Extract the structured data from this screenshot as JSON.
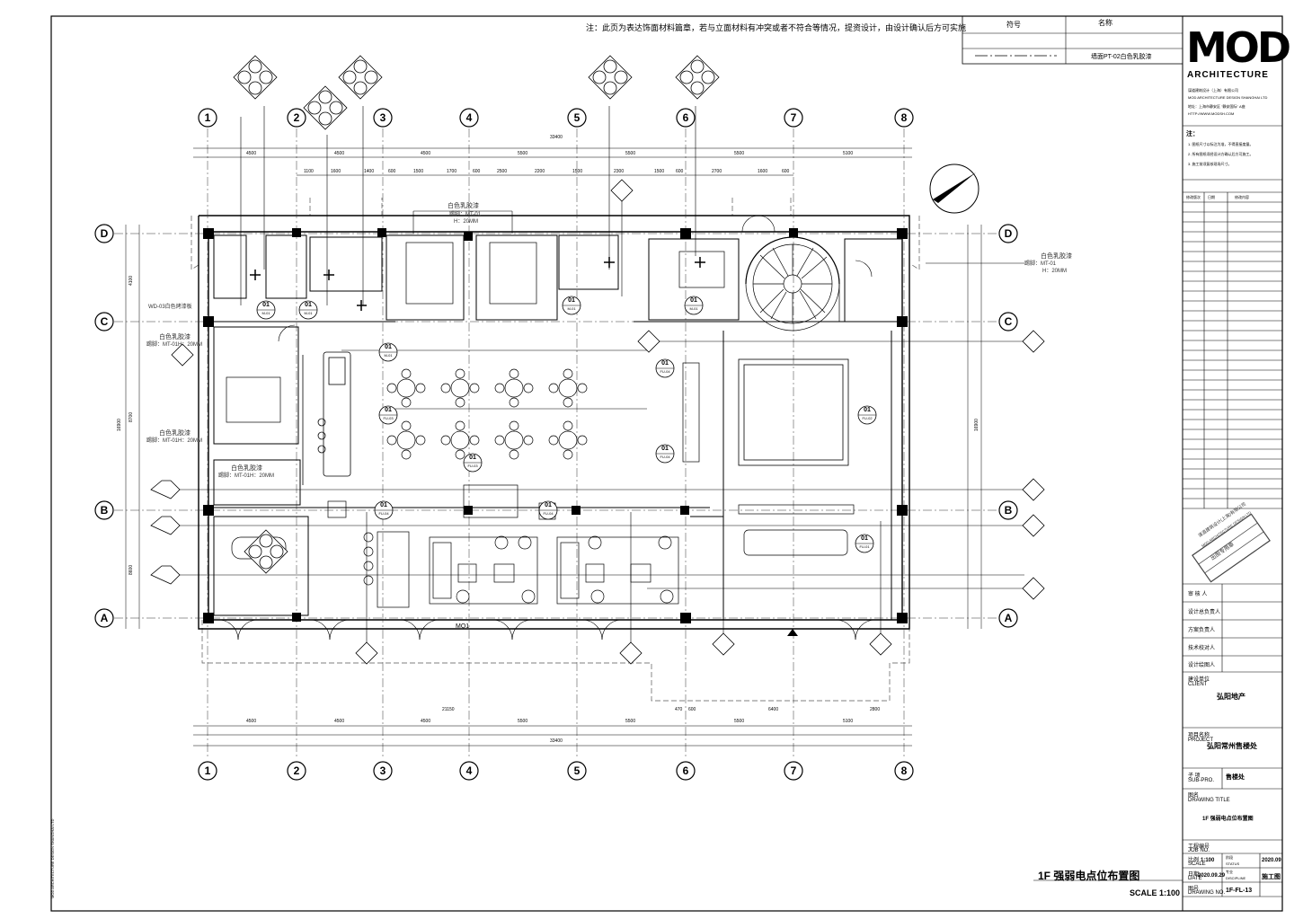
{
  "note": "注：此页为表达饰面材料篇章，若与立面材料有冲突或者不符合等情况，提资设计，由设计确认后方可实施",
  "legend": {
    "header_code": "符号",
    "header_name": "名称",
    "row1_name": "墙面PT-02白色乳胶漆"
  },
  "brand": {
    "logo": "MOD",
    "subtitle": "ARCHITECTURE"
  },
  "firm": {
    "name_cn": "谋道建筑设计（上海）有限公司",
    "name_en": "MOD ARCHITECTURE DESIGN SHANGHAI LTD",
    "address": "地址：上海市静安区 \"静安国际\" A座",
    "web": "HTTP://WWW.MODSH.COM"
  },
  "notes_title": "注：",
  "notes": [
    "1. 图纸尺寸以标注为准，不得直接度量。",
    "2. 所有图纸须经设计方确认后方可施工。",
    "3. 施工前须复核现场尺寸。"
  ],
  "revision_header": [
    "修改版次",
    "日期",
    "修改内容"
  ],
  "stamp": [
    "谋道建筑设计(上海)有限公司",
    "MOD ARCHITECTURE DESIGN LTD",
    "出图专用章"
  ],
  "signoff": [
    "审 核 人",
    "设计总负责人",
    "方案负责人",
    "技术校对人",
    "设计绘图人"
  ],
  "client_label": "建设单位",
  "client_label_en": "CLIENT",
  "client": "弘阳地产",
  "project_label": "项目名称",
  "project_label_en": "PROJECT",
  "project": "弘阳常州售楼处",
  "subproject_label": "子 项",
  "subproject_label_en": "SUB-PRO.",
  "subproject": "售楼处",
  "drawing_title_label": "图名",
  "drawing_title_label_en": "DRAWING TITLE",
  "drawing_title": "1F 强弱电点位布置图",
  "job_label": "工程编号",
  "job_label_en": "JOB NO.",
  "scale_label": "比例",
  "scale_label_en": "SCALE",
  "scale_value": "1:100",
  "status_label": "阶段",
  "status_label_en": "STATUS",
  "status_value": "2020.09",
  "date_label": "日期",
  "date_label_en": "DATE",
  "date_value": "2020.09.29",
  "discipline_label": "专业",
  "discipline_label_en": "DISCIPLINE",
  "discipline_value": "施工图",
  "drawing_no_label": "图号",
  "drawing_no_label_en": "DRAWING NO.",
  "drawing_no": "1F-FL-13",
  "sheet_title": "1F 强弱电点位布置图",
  "sheet_scale": "SCALE 1:100",
  "margin_text": "MOD ARCHITECTURE DESIGN SHANGHAI LTD",
  "grid_columns": [
    "1",
    "2",
    "3",
    "4",
    "5",
    "6",
    "7",
    "8"
  ],
  "grid_rows": [
    "D",
    "C",
    "B",
    "A"
  ],
  "dims_top_total": "33400",
  "dims_top": [
    "4500",
    "4500",
    "4500",
    "5500",
    "5500",
    "5500",
    "5100"
  ],
  "dims_sub": [
    "1100",
    "1600",
    "1400",
    "600",
    "1500",
    "1700",
    "600",
    "2500",
    "2200",
    "1500",
    "2300",
    "1500",
    "600",
    "2700",
    "1600",
    "600"
  ],
  "dims_bottom_total": "33400",
  "dims_bottom_a": [
    "21150",
    "470",
    "600",
    "6400",
    "2800"
  ],
  "dims_bottom_b": [
    "4500",
    "4500",
    "4500",
    "5500",
    "5500",
    "5500",
    "5100"
  ],
  "dims_left": [
    "4100",
    "8700",
    "8600"
  ],
  "dims_left_total": "16900",
  "dims_right_total": "16900",
  "annotations": {
    "latex_top": "白色乳胶漆",
    "kick_top": "踢脚：MT-01",
    "h_top": "H：20MM",
    "latex_right": "白色乳胶漆",
    "kick_right": "踢脚：MT-01",
    "h_right": "H：20MM",
    "wood_left": "WD-03白色烤漆板",
    "latex_l1": "白色乳胶漆",
    "kick_l1": "踢脚：MT-01H：20MM",
    "latex_l2": "白色乳胶漆",
    "kick_l2": "踢脚：MT-01H：20MM",
    "latex_l3": "白色乳胶漆",
    "kick_l3": "踢脚：MT-01H：20MM",
    "entrance": "MQ1"
  },
  "tags": [
    {
      "n": "01",
      "c": "M-01"
    },
    {
      "n": "01",
      "c": "M-01"
    },
    {
      "n": "01",
      "c": "M-01"
    },
    {
      "n": "01",
      "c": "M-01"
    },
    {
      "n": "01",
      "c": "FU-03"
    },
    {
      "n": "01",
      "c": "FU-03"
    },
    {
      "n": "01",
      "c": "FU-04"
    },
    {
      "n": "01",
      "c": "FU-04"
    },
    {
      "n": "01",
      "c": "FU-04"
    },
    {
      "n": "01",
      "c": "FU-04"
    },
    {
      "n": "01",
      "c": "FU-02"
    },
    {
      "n": "01",
      "c": "FU-01"
    },
    {
      "n": "01",
      "c": "M-01"
    }
  ]
}
